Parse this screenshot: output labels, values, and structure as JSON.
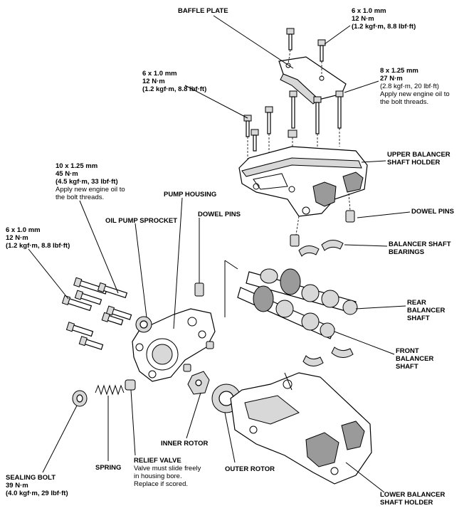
{
  "labels": {
    "baffle_plate": "BAFFLE PLATE",
    "bolt_top_right": {
      "size": "6 x 1.0 mm",
      "torque_nm": "12 N·m",
      "torque_alt": "(1.2 kgf·m, 8.8 lbf·ft)"
    },
    "bolt_mid_left": {
      "size": "6 x 1.0 mm",
      "torque_nm": "12 N·m",
      "torque_alt": "(1.2 kgf·m, 8.8 lbf·ft)"
    },
    "bolt_mid_right": {
      "size": "8 x 1.25 mm",
      "torque_nm": "27 N·m",
      "torque_alt": "(2.8 kgf·m, 20 lbf·ft)",
      "note1": "Apply new engine oil to",
      "note2": "the bolt threads."
    },
    "upper_holder": {
      "line1": "UPPER BALANCER",
      "line2": "SHAFT HOLDER"
    },
    "bolt_pump_10": {
      "size": "10 x 1.25 mm",
      "torque_nm": "45 N·m",
      "torque_alt": "(4.5 kgf·m, 33 lbf·ft)",
      "note1": "Apply new engine oil to",
      "note2": "the bolt threads."
    },
    "pump_housing": "PUMP HOUSING",
    "dowel_pins_right": "DOWEL PINS",
    "oil_pump_sprocket": "OIL PUMP SPROCKET",
    "dowel_pins_left": "DOWEL PINS",
    "bolt_pump_6": {
      "size": "6 x 1.0 mm",
      "torque_nm": "12 N·m",
      "torque_alt": "(1.2 kgf·m, 8.8 lbf·ft)"
    },
    "bearings": {
      "line1": "BALANCER SHAFT",
      "line2": "BEARINGS"
    },
    "rear_shaft": {
      "line1": "REAR",
      "line2": "BALANCER",
      "line3": "SHAFT"
    },
    "front_shaft": {
      "line1": "FRONT",
      "line2": "BALANCER",
      "line3": "SHAFT"
    },
    "inner_rotor": "INNER ROTOR",
    "outer_rotor": "OUTER ROTOR",
    "spring": "SPRING",
    "relief_valve": {
      "title": "RELIEF VALVE",
      "note1": "Valve must slide freely",
      "note2": "in housing bore.",
      "note3": "Replace if scored."
    },
    "sealing_bolt": {
      "title": "SEALING BOLT",
      "torque_nm": "39 N·m",
      "torque_alt": "(4.0 kgf·m, 29 lbf·ft)"
    },
    "lower_holder": {
      "line1": "LOWER BALANCER",
      "line2": "SHAFT HOLDER"
    }
  }
}
